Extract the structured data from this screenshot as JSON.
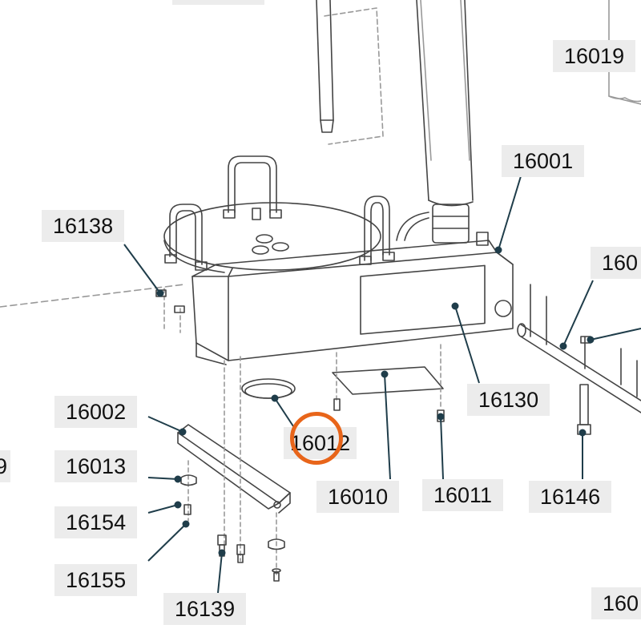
{
  "image": {
    "background": "#ffffff",
    "line_color": "#444444",
    "leader_color": "#1f3d4a",
    "callout_bg": "#ececec",
    "highlight_color": "#e8651a"
  },
  "callouts": {
    "c16019": "16019",
    "c16001": "16001",
    "c16138": "16138",
    "c160_right": "160",
    "c16130": "16130",
    "c16002": "16002",
    "c16013": "16013",
    "c16154": "16154",
    "c16155": "16155",
    "c16139": "16139",
    "c16012": "16012",
    "c16010": "16010",
    "c16011": "16011",
    "c16146": "16146",
    "c160_bottom": "160",
    "c9_left": "9"
  },
  "highlight": {
    "target": "16012",
    "shape": "circle-icon"
  }
}
